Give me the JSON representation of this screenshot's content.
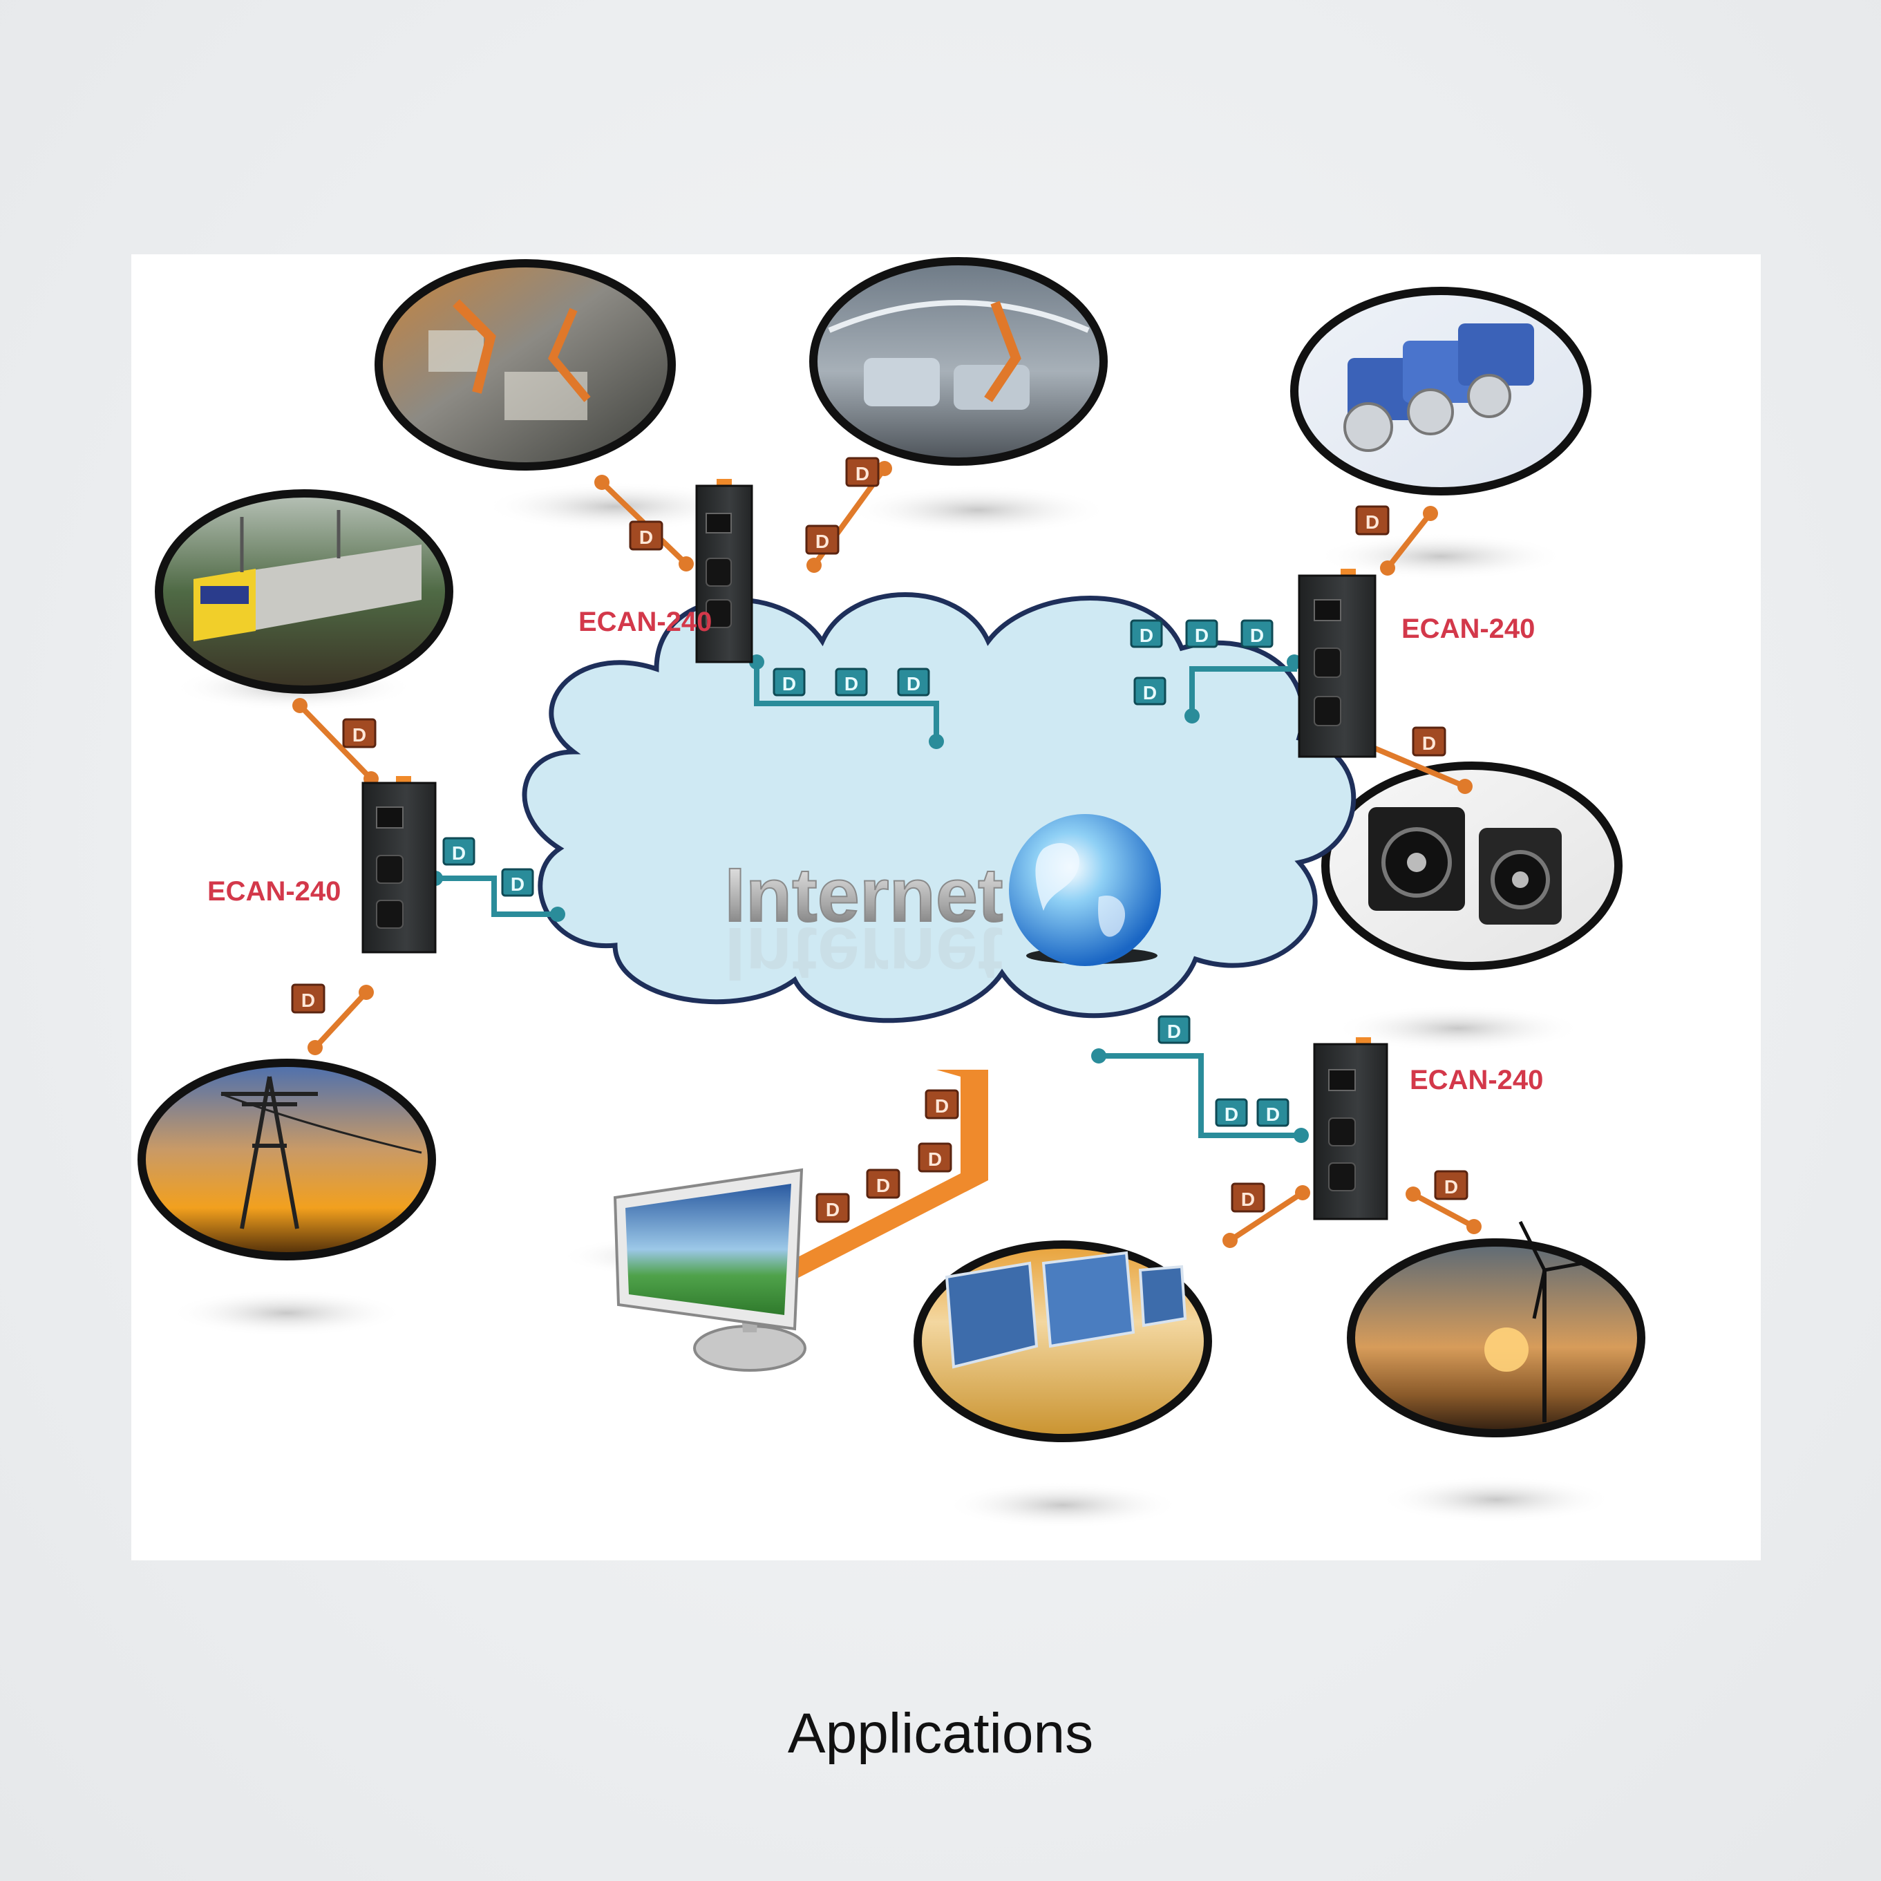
{
  "caption": "Applications",
  "cloud_label": "Internet",
  "device_label": "ECAN-240",
  "packet_label": "D",
  "colors": {
    "cloud": "#cfe9f3",
    "cloud_outline": "#1e2f5a",
    "ethernet": "#2a8c9a",
    "fieldbus": "#e07a2a",
    "label_red": "#d3384a",
    "device": "#2b2d2e"
  },
  "devices": [
    {
      "label": "ECAN-240",
      "position": "top-center"
    },
    {
      "label": "ECAN-240",
      "position": "left"
    },
    {
      "label": "ECAN-240",
      "position": "upper-right"
    },
    {
      "label": "ECAN-240",
      "position": "lower-right"
    }
  ],
  "scenes": [
    {
      "subject": "robotic welding line"
    },
    {
      "subject": "automotive assembly plant"
    },
    {
      "subject": "servo motors"
    },
    {
      "subject": "passenger train"
    },
    {
      "subject": "stepper motors"
    },
    {
      "subject": "power transmission tower"
    },
    {
      "subject": "solar panels"
    },
    {
      "subject": "wind turbine at sunset"
    }
  ],
  "pc": {
    "subject": "desktop monitor"
  }
}
